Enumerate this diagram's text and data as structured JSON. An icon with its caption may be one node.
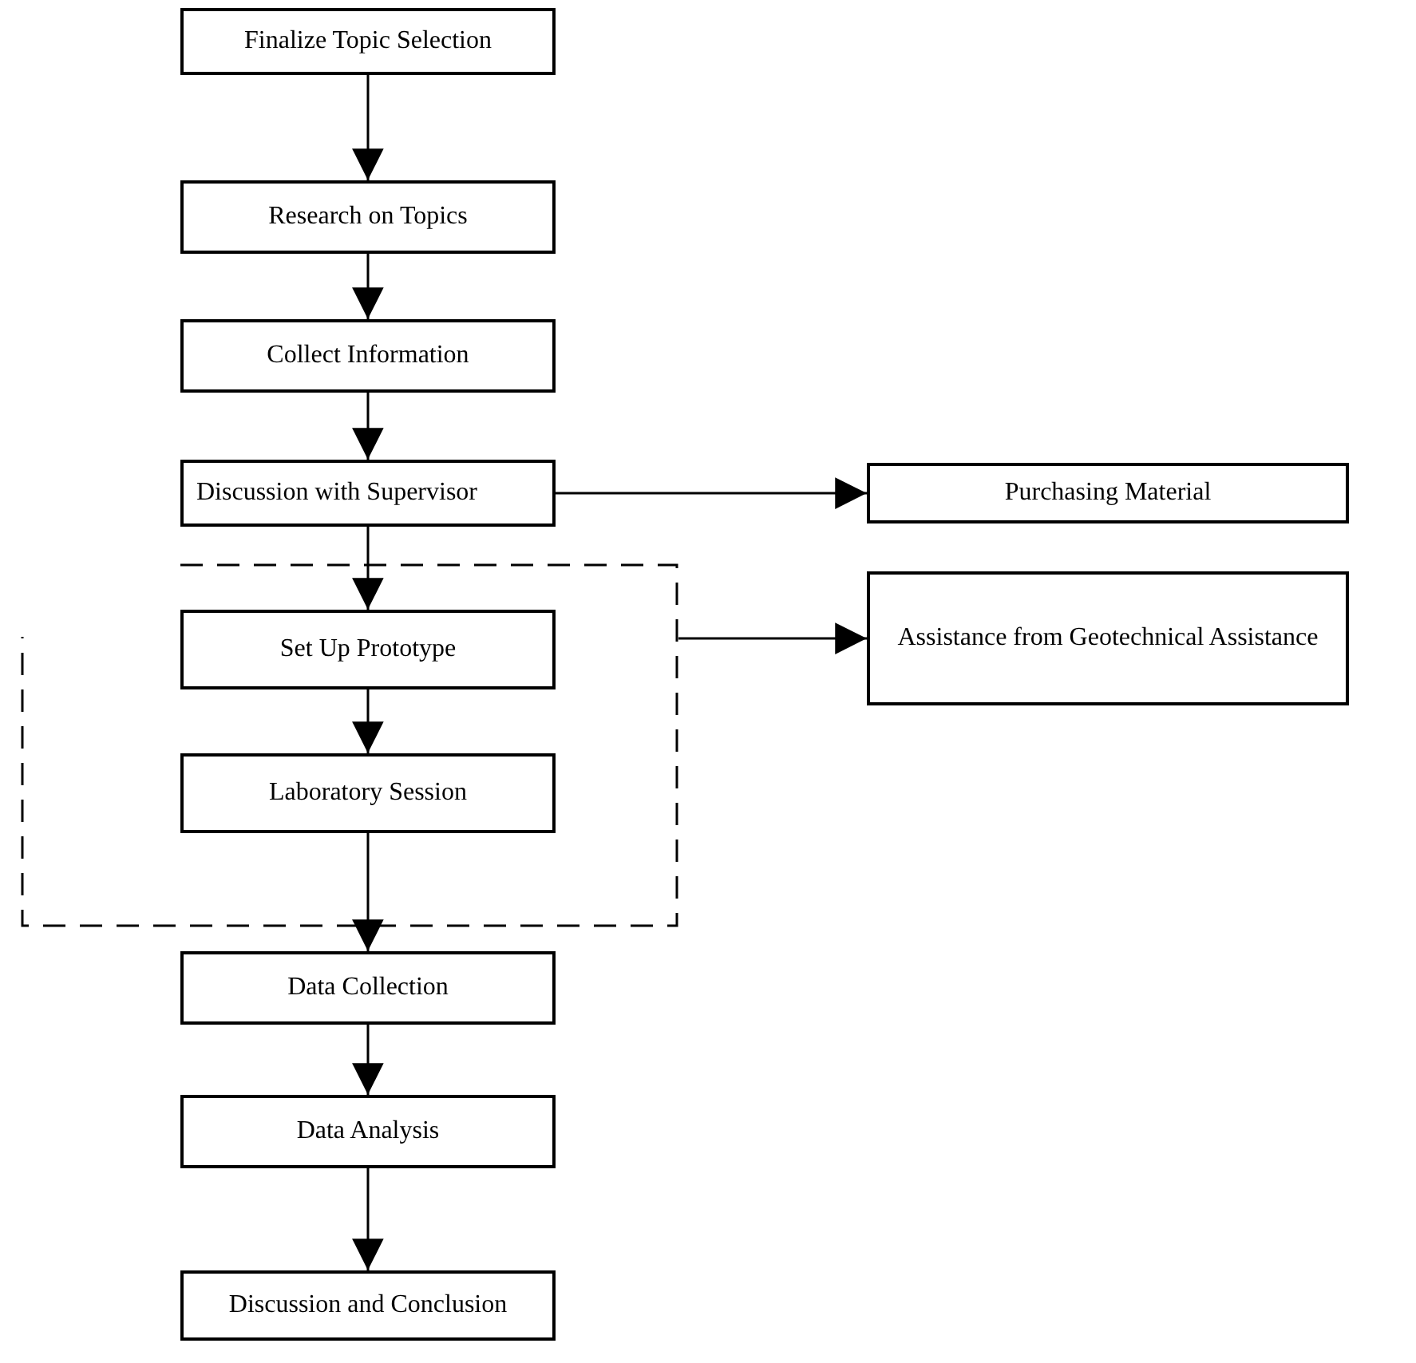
{
  "diagram": {
    "nodes": [
      {
        "text": [
          "Finalize Topic Selection"
        ]
      },
      {
        "text": [
          "Research on Topics"
        ]
      },
      {
        "text": [
          "Collect Information"
        ]
      },
      {
        "text": [
          "Discussion with Supervisor"
        ]
      },
      {
        "text": [
          "Purchasing Material"
        ]
      },
      {
        "text": [],
        "shape": "box"
      },
      {
        "text": [
          "Set Up Prototype"
        ],
        "in": 5
      },
      {
        "text": [
          "Laboratory Session"
        ],
        "in": 5
      },
      {
        "text": [
          "Assistance from Geotechnical Assistance"
        ]
      },
      {
        "text": [
          "Data Collection"
        ]
      },
      {
        "text": [
          "Data Analysis"
        ]
      },
      {
        "text": [
          "Discussion and Conclusion"
        ]
      }
    ],
    "edges": [
      {
        "from": 0,
        "to": 1,
        "arrow": "to"
      },
      {
        "from": 1,
        "to": 2,
        "arrow": "to"
      },
      {
        "from": 2,
        "to": 3,
        "arrow": "to"
      },
      {
        "from": 3,
        "to": 4,
        "arrow": "to"
      },
      {
        "from": 3,
        "to": 6,
        "arrow": "to"
      },
      {
        "from": 6,
        "to": 7,
        "arrow": "to"
      },
      {
        "from": 5,
        "to": 8,
        "arrow": "to"
      },
      {
        "from": 7,
        "to": 9,
        "arrow": "to"
      },
      {
        "from": 9,
        "to": 10,
        "arrow": "to"
      },
      {
        "from": 10,
        "to": 11,
        "arrow": "to"
      }
    ]
  }
}
